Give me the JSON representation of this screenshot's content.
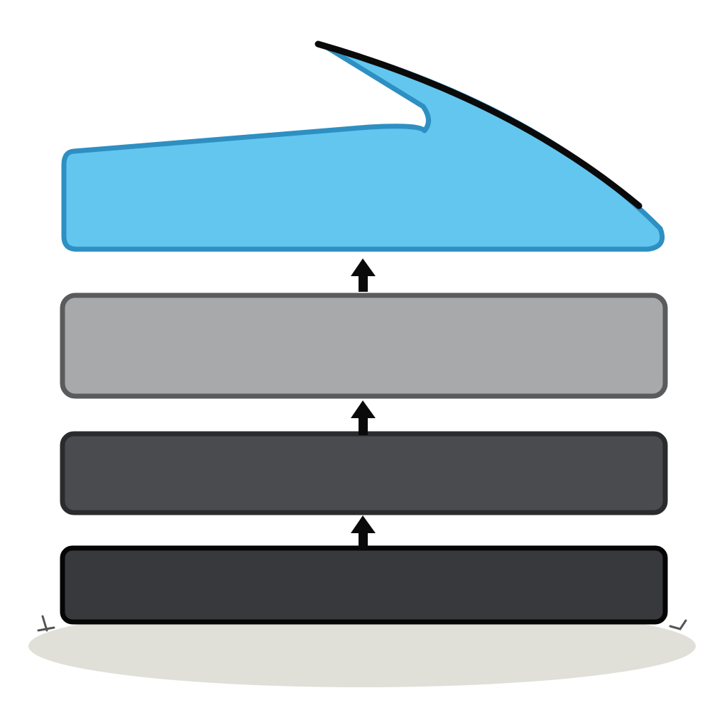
{
  "diagram": {
    "type": "layer-stack",
    "flow_direction": "bottom-to-top",
    "layers": [
      {
        "id": "top-shaped-layer",
        "fill": "#62C6EF",
        "stroke": "#2E8FC2",
        "accent_stroke": "#0A0A0A"
      },
      {
        "id": "light-grey-layer",
        "fill": "#A8A9AB",
        "stroke": "#5A5B5D"
      },
      {
        "id": "dark-grey-layer",
        "fill": "#4A4B4F",
        "stroke": "#2A2B2D"
      },
      {
        "id": "base-layer",
        "fill": "#38393D",
        "stroke": "#050505"
      }
    ],
    "arrows": {
      "count": 3,
      "color": "#0A0A0A",
      "direction": "up"
    },
    "ground": {
      "fill": "#E0DFD8"
    }
  }
}
